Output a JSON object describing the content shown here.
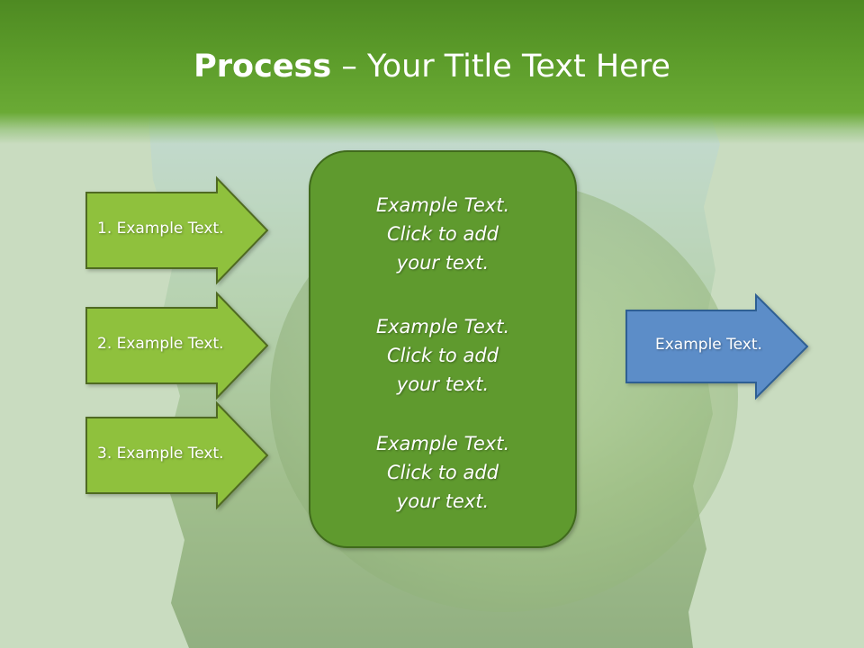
{
  "slide": {
    "title_bold": "Process",
    "title_rest": " – Your Title Text Here",
    "input_arrows": [
      {
        "label": "1. Example Text."
      },
      {
        "label": "2. Example Text."
      },
      {
        "label": "3. Example Text."
      }
    ],
    "center_box": {
      "paragraphs": [
        {
          "line1": "Example Text.",
          "line2": "Click  to add",
          "line3": "your text."
        },
        {
          "line1": "Example Text.",
          "line2": "Click  to add",
          "line3": "your text."
        },
        {
          "line1": "Example Text.",
          "line2": "Click  to add",
          "line3": "your text."
        }
      ]
    },
    "output_arrow": {
      "label": "Example Text."
    }
  },
  "colors": {
    "header_green": "#5c9c2a",
    "input_arrow_fill": "#8fc13c",
    "input_arrow_border": "#4f6a22",
    "center_box_fill": "#5e9a2f",
    "center_box_border": "#3f6a1c",
    "output_arrow_fill": "#5b8dc8",
    "output_arrow_border": "#2f5f93"
  }
}
